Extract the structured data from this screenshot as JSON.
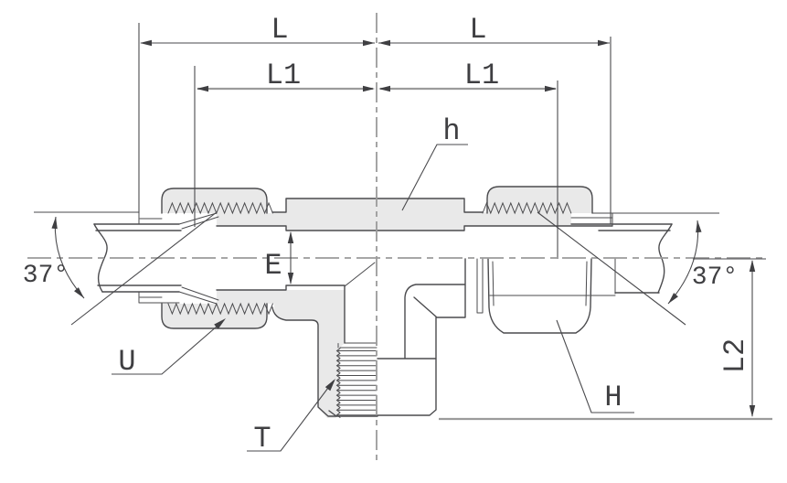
{
  "drawing": {
    "type": "engineering-cross-section",
    "subject": "37-degree flare tube fitting, male branch tee, half-section view",
    "labels": {
      "dim_l_left": "L",
      "dim_l_right": "L",
      "dim_l1_left": "L1",
      "dim_l1_right": "L1",
      "dim_l2": "L2",
      "dim_e": "E",
      "angle_left": "37°",
      "angle_right": "37°",
      "body_hex": "h",
      "nut_thread": "U",
      "taper_thread": "T",
      "nut_hex": "H"
    },
    "colors": {
      "line": "#4b4b4e",
      "section_fill": "#e9e9e9",
      "centerline": "#9b9b9b",
      "text": "#3f3f42",
      "background": "#ffffff"
    }
  }
}
